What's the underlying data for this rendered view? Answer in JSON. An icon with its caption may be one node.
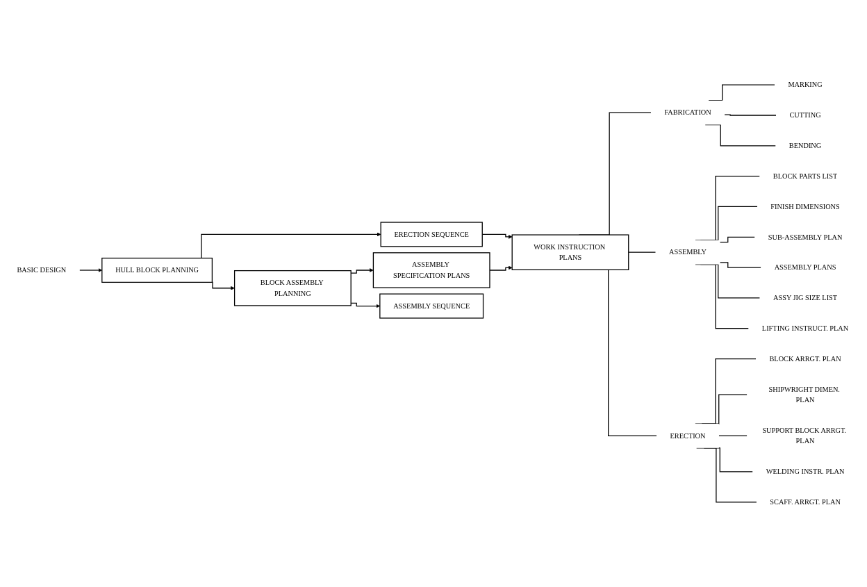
{
  "diagram": {
    "nodes": [
      {
        "text": [
          "BASIC DESIGN"
        ]
      },
      {
        "text": [
          "HULL BLOCK PLANNING"
        ]
      },
      {
        "text": [
          "ERECTION SEQUENCE"
        ]
      },
      {
        "text": [
          "BLOCK ASSEMBLY PLANNING"
        ]
      },
      {
        "text": [
          "ASSEMBLY SPECIFICATION PLANS"
        ]
      },
      {
        "text": [
          "WORK INSTRUCTION PLANS"
        ]
      },
      {
        "text": [
          "ASSEMBLY SEQUENCE"
        ]
      },
      {
        "text": [
          "FABRICATION"
        ]
      },
      {
        "text": [
          "MARKING"
        ]
      },
      {
        "text": [
          "CUTTING"
        ]
      },
      {
        "text": [
          "BENDING"
        ]
      },
      {
        "text": [
          "ASSEMBLY"
        ]
      },
      {
        "text": [
          "BLOCK PARTS LIST"
        ]
      },
      {
        "text": [
          "FINISH DIMENSIONS"
        ]
      },
      {
        "text": [
          "SUB-ASSEMBLY PLAN"
        ]
      },
      {
        "text": [
          "ASSEMBLY PLANS"
        ]
      },
      {
        "text": [
          "ASSY JIG SIZE LIST"
        ]
      },
      {
        "text": [
          "LIFTING INSTRUCT. PLAN"
        ]
      },
      {
        "text": [
          "ERECTION"
        ]
      },
      {
        "text": [
          "BLOCK ARRGT. PLAN"
        ]
      },
      {
        "text": [
          "SHIPWRIGHT DIMEN. PLAN"
        ]
      },
      {
        "text": [
          "SUPPORT BLOCK ARRGT. PLAN"
        ]
      },
      {
        "text": [
          "WELDING INSTR. PLAN"
        ]
      },
      {
        "text": [
          "SCAFF. ARRGT. PLAN"
        ]
      }
    ],
    "edges": [
      {
        "from": 0,
        "to": 1,
        "arrow": "to"
      },
      {
        "from": 1,
        "to": 2,
        "arrow": "to"
      },
      {
        "from": 1,
        "to": 3,
        "arrow": "to"
      },
      {
        "from": 2,
        "to": 5,
        "arrow": "to"
      },
      {
        "from": 3,
        "to": 4,
        "arrow": "to"
      },
      {
        "from": 4,
        "to": 5,
        "arrow": "to"
      },
      {
        "from": 3,
        "to": 6,
        "arrow": "to"
      },
      {
        "from": 5,
        "to": 7,
        "arrow": "none"
      },
      {
        "from": 5,
        "to": 11,
        "arrow": "none"
      },
      {
        "from": 5,
        "to": 18,
        "arrow": "none"
      },
      {
        "from": 7,
        "to": 8,
        "arrow": "none"
      },
      {
        "from": 7,
        "to": 9,
        "arrow": "none"
      },
      {
        "from": 7,
        "to": 10,
        "arrow": "none"
      },
      {
        "from": 11,
        "to": 12,
        "arrow": "none"
      },
      {
        "from": 11,
        "to": 13,
        "arrow": "none"
      },
      {
        "from": 11,
        "to": 14,
        "arrow": "none"
      },
      {
        "from": 11,
        "to": 15,
        "arrow": "none"
      },
      {
        "from": 11,
        "to": 16,
        "arrow": "none"
      },
      {
        "from": 11,
        "to": 17,
        "arrow": "none"
      },
      {
        "from": 18,
        "to": 19,
        "arrow": "none"
      },
      {
        "from": 18,
        "to": 20,
        "arrow": "none"
      },
      {
        "from": 18,
        "to": 21,
        "arrow": "none"
      },
      {
        "from": 18,
        "to": 22,
        "arrow": "none"
      },
      {
        "from": 18,
        "to": 23,
        "arrow": "none"
      }
    ]
  }
}
